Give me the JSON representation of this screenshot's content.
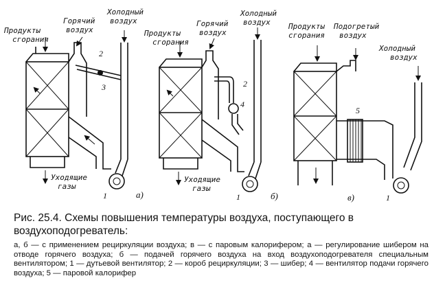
{
  "labels": {
    "combustion_products": [
      "Продукты",
      "сгорания"
    ],
    "hot_air": [
      "Горячий",
      "воздух"
    ],
    "cold_air": [
      "Холодный",
      "воздух"
    ],
    "exhaust_gases": [
      "Уходящие",
      "газы"
    ],
    "preheated_air": [
      "Подогретый",
      "воздух"
    ]
  },
  "numbers": {
    "n1": "1",
    "n2": "2",
    "n3": "3",
    "n4": "4",
    "n5": "5"
  },
  "tags": {
    "a": "а)",
    "b": "б)",
    "c": "в)"
  },
  "caption": {
    "title": "Рис. 25.4. Схемы повышения температуры воздуха, поступающего в воздухоподогреватель:",
    "body": "а, б — с применением рециркуляции воздуха; в — с паровым калорифером; а — регулирование шибером на отводе горячего воздуха; б — подачей горячего воздуха на вход воздухоподогревателя специальным вентилятором; 1 — дутьевой вентилятор; 2 — короб рециркуляции; 3 — шибер; 4 — вентилятор подачи горячего воздуха; 5 — паровой калорифер"
  }
}
